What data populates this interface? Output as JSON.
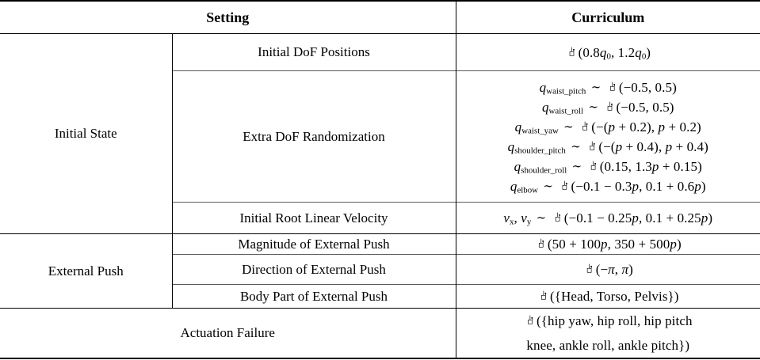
{
  "table": {
    "headers": {
      "group": "",
      "setting": "Setting",
      "curriculum": "Curriculum"
    },
    "groups": [
      {
        "name": "Initial State",
        "rows": [
          {
            "setting": "Initial DoF Positions",
            "curriculum_lines": [
              "ᵔ(0.8q₀, 1.2q₀)"
            ]
          },
          {
            "setting": "Extra DoF Randomization",
            "curriculum_lines": [
              "q_waist_pitch ~ ᵔ(−0.5, 0.5)",
              "q_waist_roll ~ ᵔ(−0.5, 0.5)",
              "q_waist_yaw ~ ᵔ(−(p + 0.2), p + 0.2)",
              "q_shoulder_pitch ~ ᵔ(−(p + 0.4), p + 0.4)",
              "q_shoulder_roll ~ ᵔ(0.15, 1.3p + 0.15)",
              "q_elbow ~ ᵔ(−0.1 − 0.3p, 0.1 + 0.6p)"
            ]
          },
          {
            "setting": "Initial Root Linear Velocity",
            "curriculum_lines": [
              "v_x, v_y ~ ᵔ(−0.1 − 0.25p, 0.1 + 0.25p)"
            ]
          }
        ]
      },
      {
        "name": "External Push",
        "rows": [
          {
            "setting": "Magnitude of External Push",
            "curriculum_lines": [
              "ᵔ(50 + 100p, 350 + 500p)"
            ]
          },
          {
            "setting": "Direction of External Push",
            "curriculum_lines": [
              "ᵔ(−π, π)"
            ]
          },
          {
            "setting": "Body Part of External Push",
            "curriculum_lines": [
              "ᵔ({Head, Torso, Pelvis})"
            ]
          }
        ]
      },
      {
        "name": "Actuation Failure",
        "spans_both": true,
        "rows": [
          {
            "setting": "",
            "curriculum_lines": [
              "ᵔ({hip yaw, hip roll, hip pitch",
              "knee, ankle roll, ankle pitch})"
            ]
          }
        ]
      }
    ],
    "math_symbols": {
      "uniform_distribution": "ᵔ",
      "distributed_as": "∼",
      "pi": "π",
      "minus": "−"
    }
  }
}
